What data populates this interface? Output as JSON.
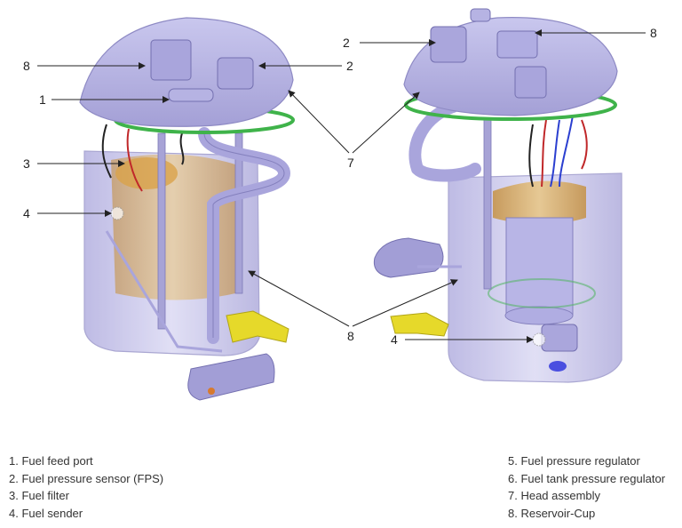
{
  "callouts": {
    "left_8": "8",
    "left_2": "2",
    "left_1": "1",
    "left_3": "3",
    "left_4": "4",
    "mid_7": "7",
    "mid_8": "8",
    "right_2": "2",
    "right_8": "8",
    "right_4": "4"
  },
  "legend_left": [
    "1. Fuel feed port",
    "2. Fuel pressure sensor (FPS)",
    "3. Fuel filter",
    "4. Fuel sender"
  ],
  "legend_right": [
    "5. Fuel pressure regulator",
    "6. Fuel tank pressure regulator",
    "7. Head assembly",
    "8. Reservoir-Cup"
  ],
  "colors": {
    "housing": "#b9b6e6",
    "housing_dark": "#8e8ac4",
    "filter": "#d8a040",
    "seal": "#3fb34a",
    "connector": "#e6d92a",
    "wire_red": "#c0282a",
    "wire_blue": "#2b3fd0"
  }
}
